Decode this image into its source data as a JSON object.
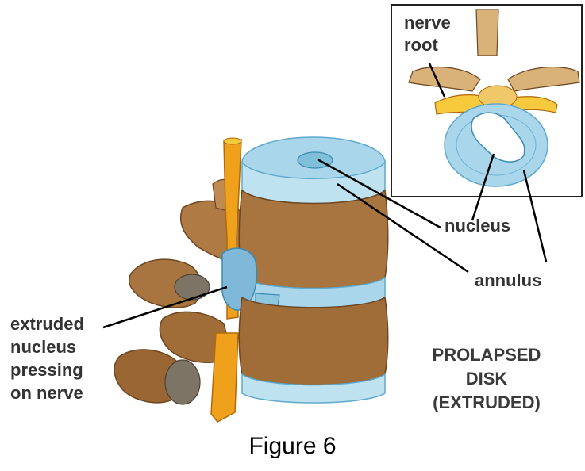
{
  "labels": {
    "nerve_root_line1": "nerve",
    "nerve_root_line2": "root",
    "nucleus": "nucleus",
    "annulus": "annulus",
    "extruded_line1": "extruded",
    "extruded_line2": "nucleus",
    "extruded_line3": "pressing",
    "extruded_line4": "on nerve"
  },
  "title": {
    "line1": "PROLAPSED",
    "line2": "DISK",
    "line3": "(EXTRUDED)"
  },
  "caption": "Figure 6",
  "colors": {
    "bone": "#a8743f",
    "bone_dark": "#6e4620",
    "bone_light": "#d9b27a",
    "disk_blue": "#a9d6ea",
    "disk_blue_dark": "#5fa9cc",
    "nerve_orange": "#f0a11c",
    "nerve_yellow": "#f7c93d",
    "inset_border": "#222222",
    "label_text": "#333333"
  }
}
